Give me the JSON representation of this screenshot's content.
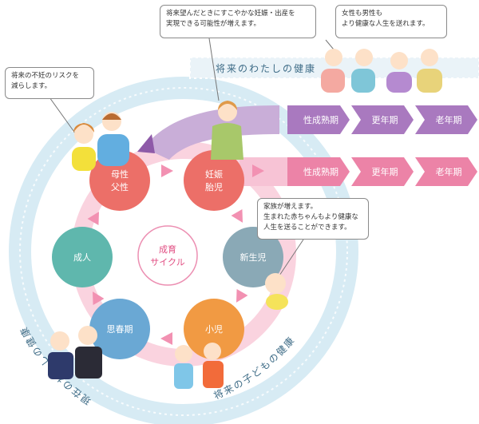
{
  "labels": {
    "future_me": "将来のわたしの健康",
    "present_me": "現在のわたしの健康",
    "future_child": "将来の子どもの健康"
  },
  "nodes": {
    "parent": [
      "母性",
      "父性"
    ],
    "pregnancy": [
      "妊娠",
      "胎児"
    ],
    "newborn": "新生児",
    "child": "小児",
    "puberty": "思春期",
    "adult": "成人"
  },
  "center": [
    "成育",
    "サイクル"
  ],
  "stages_top": [
    "性成熟期",
    "更年期",
    "老年期"
  ],
  "stages_mid": [
    "性成熟期",
    "更年期",
    "老年期"
  ],
  "notes": {
    "top": [
      "将来望んだときにすこやかな妊娠・出産を",
      "実現できる可能性が増えます。"
    ],
    "right_top": [
      "女性も男性も",
      "より健康な人生を送れます。"
    ],
    "left": [
      "将来の不妊のリスクを",
      "減らします。"
    ],
    "right_mid": [
      "家族が増えます。",
      "生まれた赤ちゃんもより健康な",
      "人生を送ることができます。"
    ]
  },
  "colors": {
    "node_red": "#ec6f68",
    "node_teal": "#5fb7ad",
    "node_blue": "#6aa8d4",
    "node_orange": "#f19a43",
    "node_gray": "#8aa9b6",
    "arrow_pink": "#f291b2",
    "stage_purple": "#a979bf",
    "stage_pink": "#ec83a7",
    "ring_blue": "#d5eaf3",
    "center_pink": "#e14d82"
  }
}
